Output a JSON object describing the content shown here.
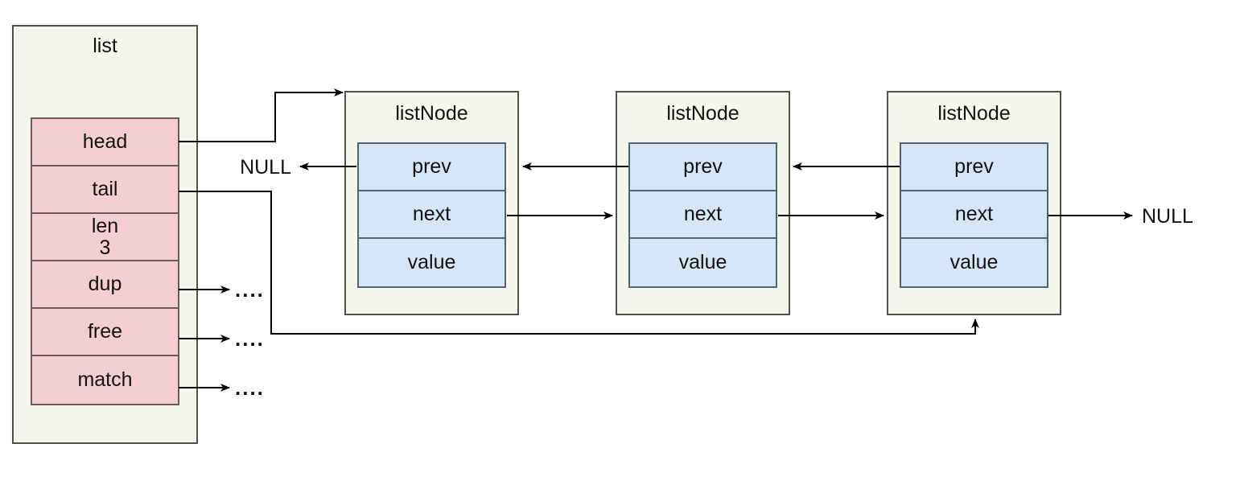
{
  "diagram_type": "doubly-linked-list structure diagram",
  "colors": {
    "background": "#ffffff",
    "struct_box_fill": "#f7f6ea",
    "struct_box_border": "#515151",
    "list_field_fill": "#f4ced1",
    "list_field_border": "#6d585c",
    "node_field_fill": "#d6e6f9",
    "node_field_border": "#53616f",
    "arrow_line": "#000000",
    "text": "#111111"
  },
  "list_struct": {
    "title": "list",
    "rows": [
      {
        "label": "head"
      },
      {
        "label": "tail"
      },
      {
        "label": "len",
        "value": "3"
      },
      {
        "label": "dup"
      },
      {
        "label": "free"
      },
      {
        "label": "match"
      }
    ]
  },
  "nodes": [
    {
      "title": "listNode",
      "rows": [
        "prev",
        "next",
        "value"
      ]
    },
    {
      "title": "listNode",
      "rows": [
        "prev",
        "next",
        "value"
      ]
    },
    {
      "title": "listNode",
      "rows": [
        "prev",
        "next",
        "value"
      ]
    }
  ],
  "annotations": {
    "null_left": "NULL",
    "null_right": "NULL",
    "dots_dup": "....",
    "dots_free": "....",
    "dots_match": "...."
  }
}
